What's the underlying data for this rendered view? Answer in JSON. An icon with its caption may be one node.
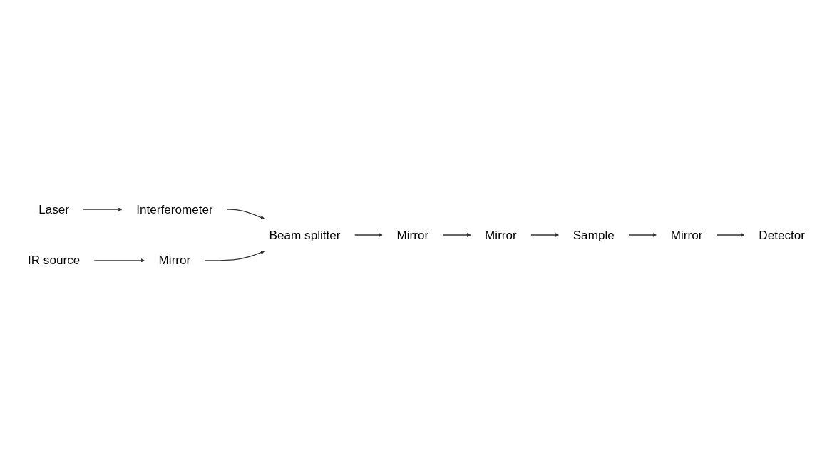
{
  "diagram": {
    "nodes": [
      {
        "text": [
          "Laser"
        ]
      },
      {
        "text": [
          "Interferometer"
        ]
      },
      {
        "text": [
          "Beam splitter"
        ]
      },
      {
        "text": [
          "Mirror"
        ]
      },
      {
        "text": [
          "IR source"
        ]
      },
      {
        "text": [
          "Mirror"
        ]
      },
      {
        "text": [
          "Mirror"
        ]
      },
      {
        "text": [
          "Sample"
        ]
      },
      {
        "text": [
          "Mirror"
        ]
      },
      {
        "text": [
          "Detector"
        ]
      }
    ],
    "edges": [
      {
        "from": 0,
        "to": 1,
        "arrow": "to"
      },
      {
        "from": 1,
        "to": 2,
        "arrow": "to"
      },
      {
        "from": 2,
        "to": 3,
        "arrow": "to"
      },
      {
        "from": 5,
        "to": 2,
        "arrow": "to"
      },
      {
        "from": 4,
        "to": 5,
        "arrow": "to"
      },
      {
        "from": 3,
        "to": 8,
        "arrow": "to"
      },
      {
        "from": 8,
        "to": 7,
        "arrow": "to"
      },
      {
        "from": 7,
        "to": 6,
        "arrow": "to"
      },
      {
        "from": 6,
        "to": 9,
        "arrow": "to"
      }
    ]
  }
}
